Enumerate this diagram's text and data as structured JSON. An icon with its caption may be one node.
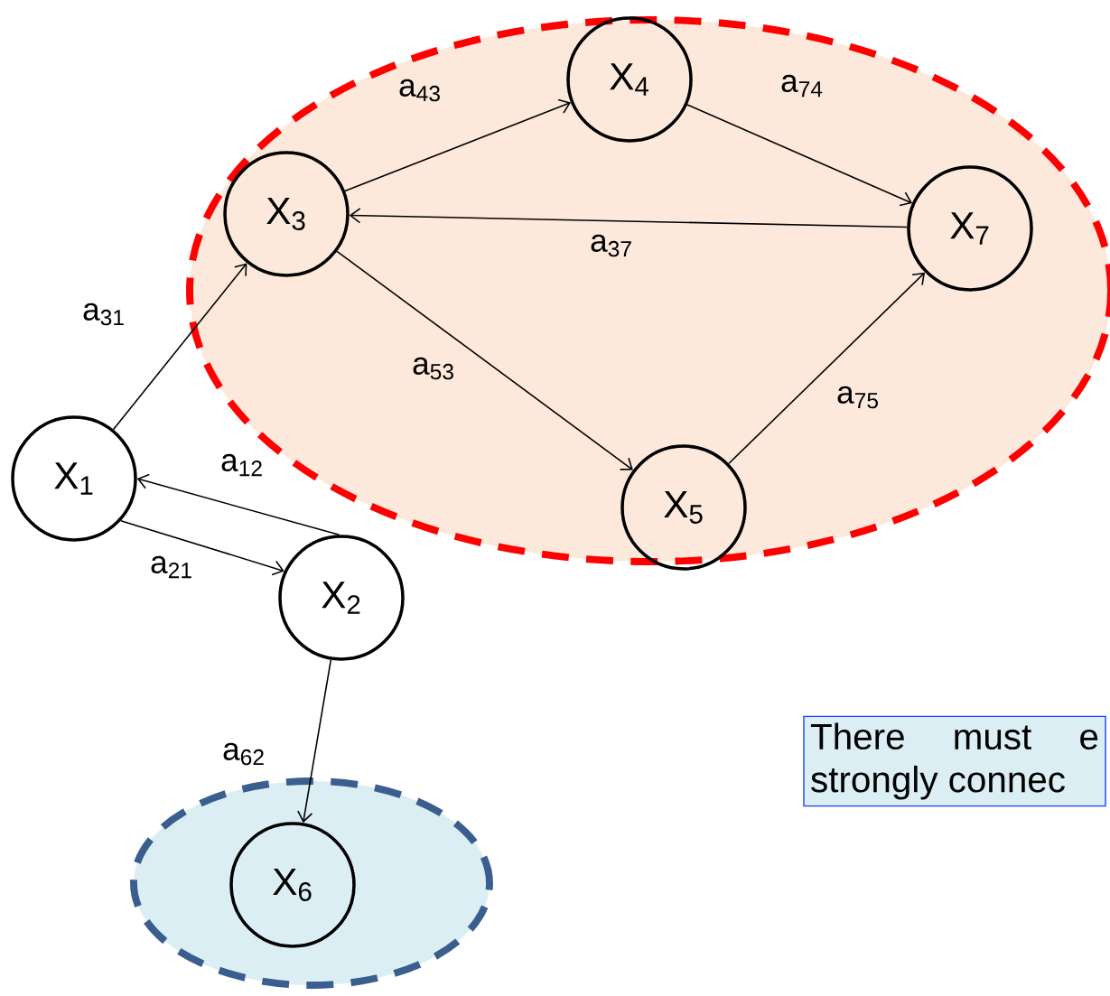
{
  "diagram": {
    "nodes": [
      {
        "text": [],
        "shape": "ellipse"
      },
      {
        "text": [
          "X$_{4}$"
        ],
        "in": 0
      },
      {
        "text": [
          "X$_{3}$"
        ],
        "in": 0
      },
      {
        "text": [
          "X$_{7}$"
        ],
        "in": 0
      },
      {
        "text": [
          "X$_{1}$"
        ]
      },
      {
        "text": [
          "X$_{5}$"
        ],
        "in": 0
      },
      {
        "text": [
          "X$_{2}$"
        ]
      },
      {
        "text": [],
        "shape": "ellipse"
      },
      {
        "text": [
          "X$_{6}$"
        ],
        "in": 7
      },
      {
        "text": [
          "There must e strongly connec"
        ]
      }
    ],
    "edges": [
      {
        "from": 2,
        "to": 1,
        "arrow": "to",
        "label": "a$_{43}$"
      },
      {
        "from": 1,
        "to": 3,
        "arrow": "to",
        "label": "a$_{74}$"
      },
      {
        "from": 3,
        "to": 2,
        "arrow": "to",
        "label": "a$_{37}$"
      },
      {
        "from": 2,
        "to": 5,
        "arrow": "to",
        "label": "a$_{53}$"
      },
      {
        "from": 5,
        "to": 3,
        "arrow": "to",
        "label": "a$_{75}$"
      },
      {
        "from": 4,
        "to": 2,
        "arrow": "to",
        "label": "a$_{31}$"
      },
      {
        "from": 6,
        "to": 4,
        "arrow": "to",
        "label": "a$_{12}$"
      },
      {
        "from": 4,
        "to": 6,
        "arrow": "to",
        "label": "a$_{21}$"
      },
      {
        "from": 6,
        "to": 8,
        "arrow": "to",
        "label": "a$_{62}$"
      }
    ]
  }
}
